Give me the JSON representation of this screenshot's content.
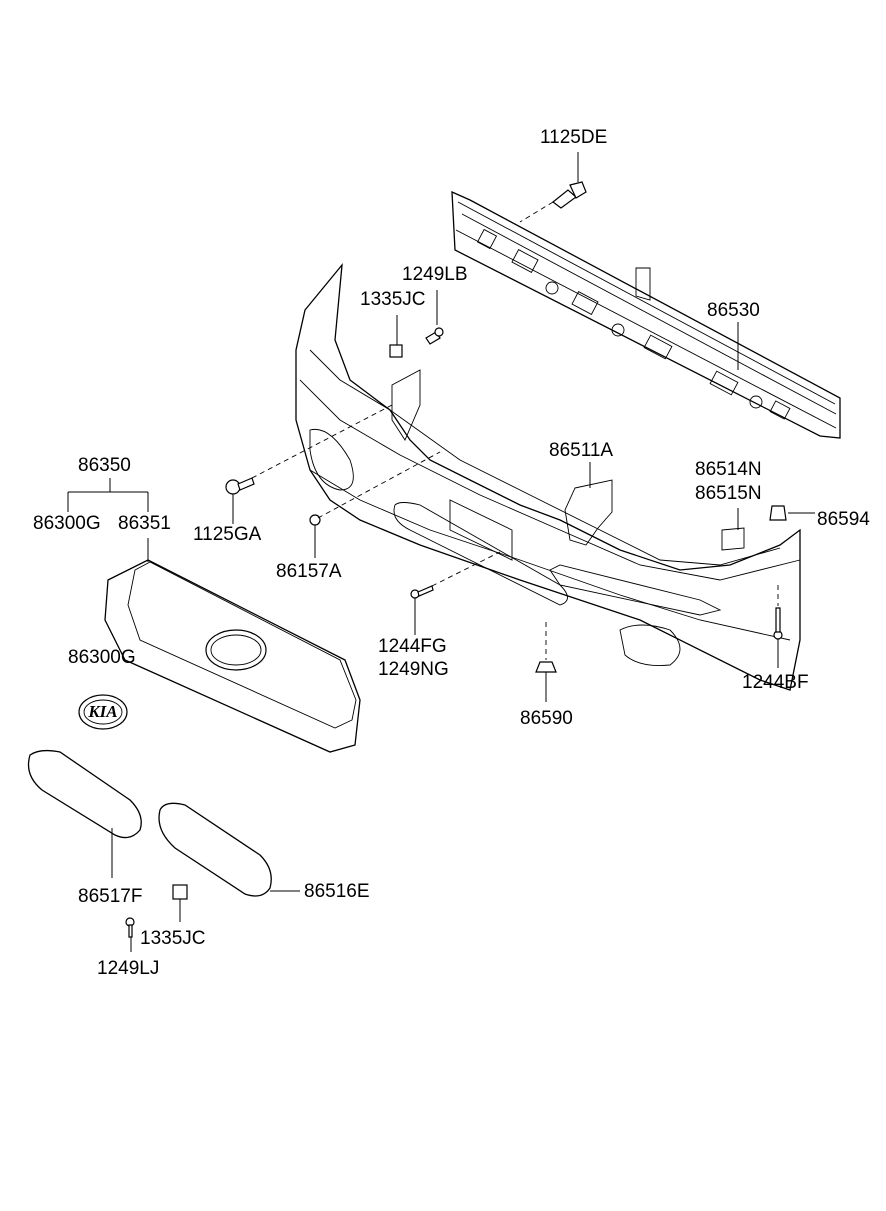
{
  "labels": {
    "p1125DE": "1125DE",
    "p1249LB": "1249LB",
    "p1335JC_top": "1335JC",
    "p86530": "86530",
    "p86511A": "86511A",
    "p86514N": "86514N",
    "p86515N": "86515N",
    "p86594": "86594",
    "p86350": "86350",
    "p86300G_a": "86300G",
    "p86351": "86351",
    "p1125GA": "1125GA",
    "p86157A": "86157A",
    "p1244FG": "1244FG",
    "p1249NG": "1249NG",
    "p86590": "86590",
    "p1244BF": "1244BF",
    "p86300G_b": "86300G",
    "p86517F": "86517F",
    "p86516E": "86516E",
    "p1335JC_bottom": "1335JC",
    "p1249LJ": "1249LJ"
  },
  "emblem": {
    "logo_text": "KIA"
  }
}
